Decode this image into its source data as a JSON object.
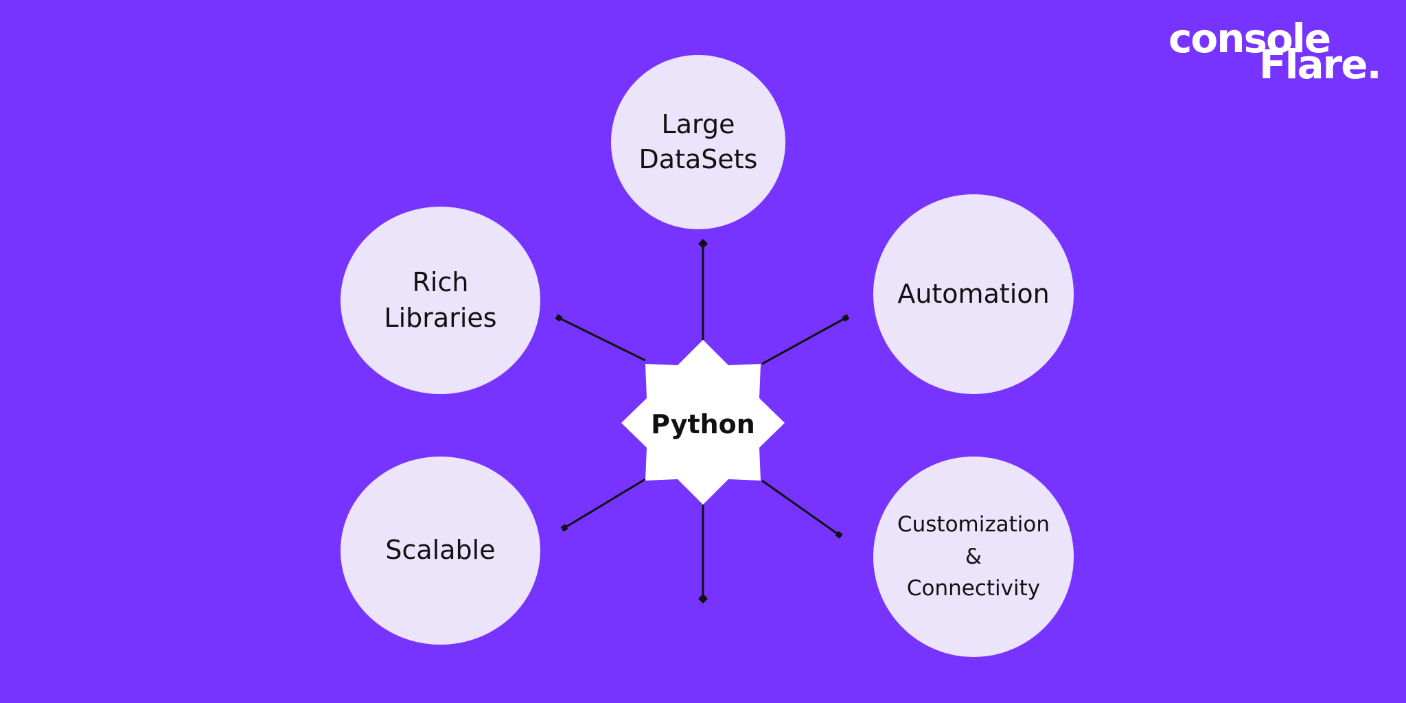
{
  "brand": {
    "line1": "console",
    "line2": "Flare."
  },
  "center": {
    "label": "Python"
  },
  "nodes": {
    "large_datasets": {
      "line1": "Large",
      "line2": "DataSets"
    },
    "rich_libraries": {
      "line1": "Rich",
      "line2": "Libraries"
    },
    "automation": {
      "line1": "Automation"
    },
    "scalable": {
      "line1": "Scalable"
    },
    "customization": {
      "line1": "Customization",
      "line2": "&",
      "line3": "Connectivity"
    }
  },
  "colors": {
    "background": "#7733ff",
    "node_fill": "#ebe4fb",
    "center_fill": "#ffffff",
    "connector": "#111111",
    "text": "#111111"
  }
}
